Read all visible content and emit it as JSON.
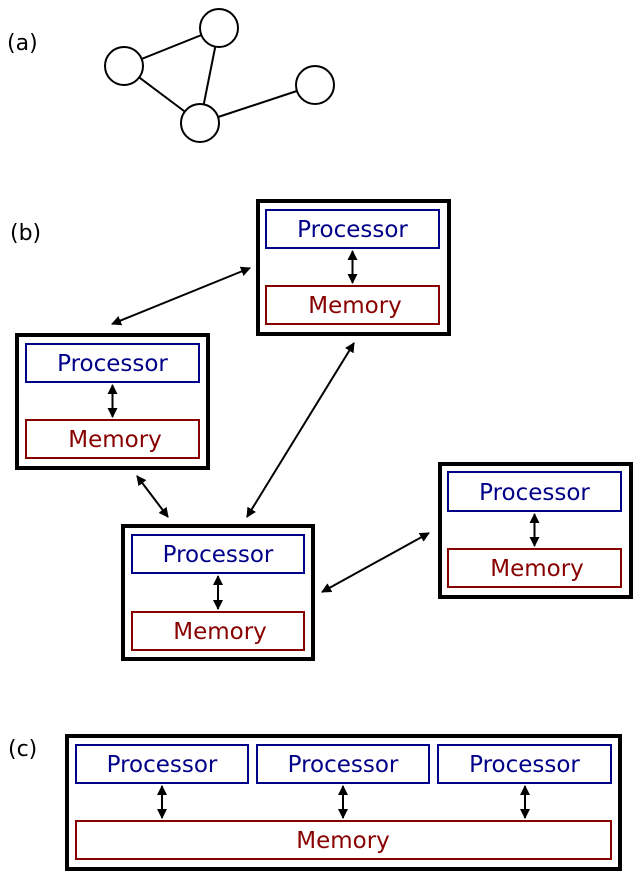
{
  "colors": {
    "processor": "#000088",
    "memory": "#880000",
    "line": "#000000"
  },
  "panels": {
    "a": {
      "label": "(a)",
      "nodes": [
        "n1",
        "n2",
        "n3",
        "n4"
      ],
      "edges": [
        [
          "n1",
          "n2"
        ],
        [
          "n1",
          "n3"
        ],
        [
          "n2",
          "n3"
        ],
        [
          "n3",
          "n4"
        ]
      ]
    },
    "b": {
      "label": "(b)",
      "units": [
        {
          "id": "top",
          "processor": "Processor",
          "memory": "Memory"
        },
        {
          "id": "left",
          "processor": "Processor",
          "memory": "Memory"
        },
        {
          "id": "center",
          "processor": "Processor",
          "memory": "Memory"
        },
        {
          "id": "right",
          "processor": "Processor",
          "memory": "Memory"
        }
      ],
      "links": [
        [
          "left",
          "top"
        ],
        [
          "top",
          "center"
        ],
        [
          "left",
          "center"
        ],
        [
          "center",
          "right"
        ]
      ]
    },
    "c": {
      "label": "(c)",
      "processors": [
        "Processor",
        "Processor",
        "Processor"
      ],
      "memory": "Memory"
    }
  }
}
